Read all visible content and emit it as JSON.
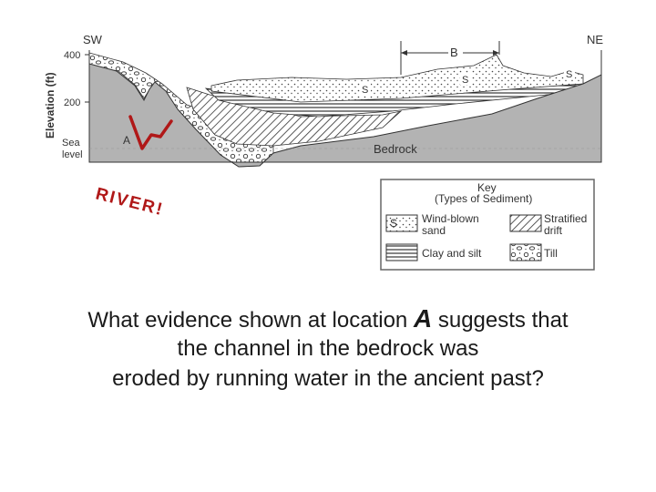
{
  "diagram": {
    "direction_left": "SW",
    "direction_right": "NE",
    "y_axis_title": "Elevation (ft)",
    "y_ticks": [
      "400",
      "200"
    ],
    "sea_level_line1": "Sea",
    "sea_level_line2": "level",
    "location_a": "A",
    "location_b": "B",
    "bedrock_label": "Bedrock",
    "sand_label": "S",
    "annotation": "RIVER!",
    "annotation_color": "#b01818",
    "bedrock_color": "#b3b3b3"
  },
  "key": {
    "title": "Key",
    "subtitle": "(Types of Sediment)",
    "items": [
      {
        "symbol": "S",
        "line1": "Wind-blown",
        "line2": "sand"
      },
      {
        "symbol": "",
        "line1": "Stratified",
        "line2": "drift"
      },
      {
        "symbol": "",
        "line1": "Clay and silt",
        "line2": ""
      },
      {
        "symbol": "",
        "line1": "Till",
        "line2": ""
      }
    ]
  },
  "question": {
    "part1": "What evidence shown at location ",
    "location": "A",
    "part2": " suggests that",
    "line2": "the channel in the bedrock was",
    "line3": "eroded by running water in the ancient past?"
  }
}
